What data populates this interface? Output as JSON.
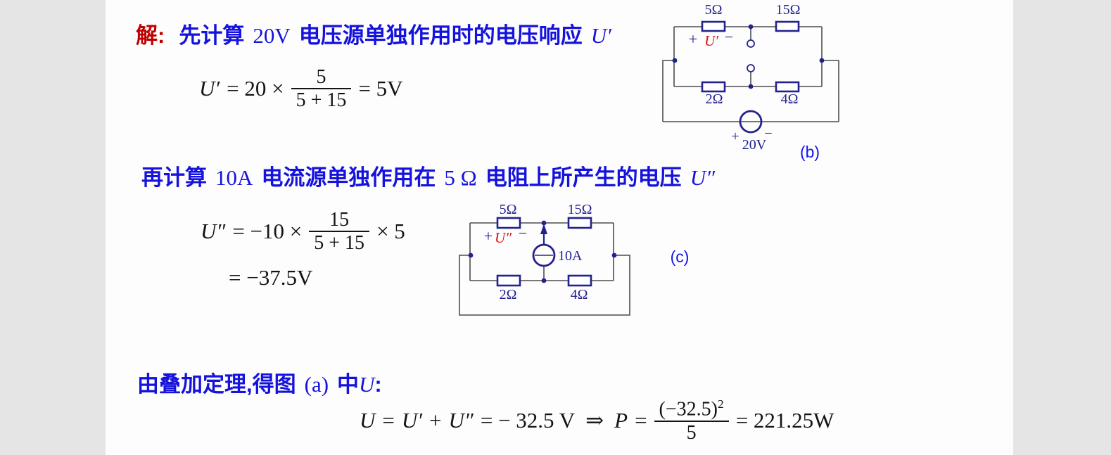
{
  "page": {
    "background": "#e5e5e5",
    "paper": "#fdfdfd"
  },
  "colors": {
    "blue_text": "#1512dd",
    "red_heading": "#c00000",
    "navy_circuit": "#22228f",
    "wire_gray": "#4d4d4d",
    "red_voltage_label": "#dd1111",
    "caption_blue": "#1515e8",
    "formula_black": "#141414"
  },
  "line1": {
    "heading": "解:",
    "t1": "先计算",
    "t2": "20V",
    "t3": "电压源单独作用时的电压响应",
    "sym": "U′"
  },
  "formula1": {
    "lhs": "U′",
    "mid": "= 20 ×",
    "num": "5",
    "den": "5 + 15",
    "rhs": "= 5V"
  },
  "circuit_b": {
    "r_top_left": "5Ω",
    "r_top_right": "15Ω",
    "r_bottom_left": "2Ω",
    "r_bottom_right": "4Ω",
    "plus": "+",
    "minus": "−",
    "u_label": "U′",
    "src_plus": "+",
    "src_minus": "−",
    "src_value": "20V",
    "caption": "(b)"
  },
  "line2": {
    "t1": "再计算",
    "t2": "10A",
    "t3": "电流源单独作用在",
    "t4": "5 Ω",
    "t5": "电阻上所产生的电压",
    "sym": "U″"
  },
  "formula2": {
    "lhs": "U″",
    "mid": "= −10 ×",
    "num": "15",
    "den": "5 + 15",
    "after": "× 5",
    "result": "= −37.5V"
  },
  "circuit_c": {
    "r_top_left": "5Ω",
    "r_top_right": "15Ω",
    "r_bottom_left": "2Ω",
    "r_bottom_right": "4Ω",
    "plus": "+",
    "minus": "−",
    "u_label": "U″",
    "current_source": "10A",
    "caption": "(c)"
  },
  "line3": {
    "t1": "由叠加定理,得图",
    "t2": "(a)",
    "t3": "中",
    "sym": "U",
    "colon": ":"
  },
  "formula3": {
    "u": "U",
    "eq1": "=",
    "u1": "U′",
    "plus": "+",
    "u2": "U″",
    "res": "= − 32.5 V",
    "implies": "⇒",
    "p": "P",
    "eq2": "=",
    "num_base": "(−32.5)",
    "num_exp": "2",
    "den": "5",
    "rhs": "= 221.25W"
  }
}
